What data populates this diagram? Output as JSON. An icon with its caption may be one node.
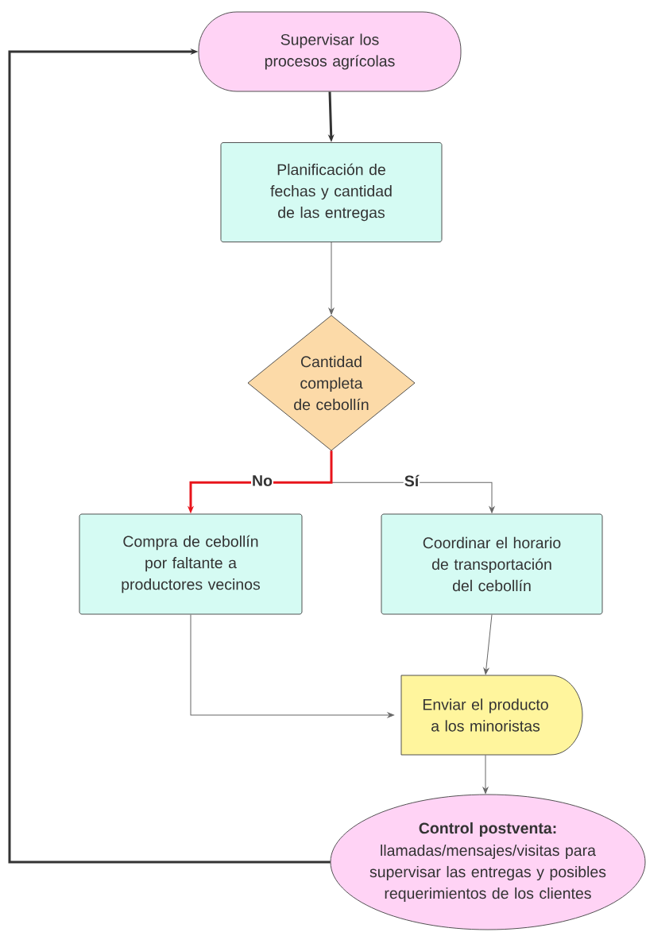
{
  "diagram": {
    "nodes": [
      {
        "text": [
          "Supervisar los procesos agrícolas"
        ]
      },
      {
        "text": [
          "Planificación de fechas y cantidad de las entregas"
        ]
      },
      {
        "text": [
          "Cantidad completa de cebollín"
        ]
      },
      {
        "text": [
          "Compra de cebollín por faltante a productores vecinos"
        ]
      },
      {
        "text": [
          "Coordinar el horario de transportación del cebollín"
        ]
      },
      {
        "text": [
          "Enviar el producto a los minoristas"
        ]
      },
      {
        "text": [
          "Control postventa:",
          "llamadas/mensajes/visitas para supervisar las entregas y posibles requerimientos de los clientes"
        ]
      }
    ],
    "edges": [
      {
        "from": 0,
        "to": 1,
        "arrow": "to",
        "style": "thick"
      },
      {
        "from": 1,
        "to": 2,
        "arrow": "to"
      },
      {
        "from": 2,
        "to": 3,
        "arrow": "to",
        "label": "No",
        "style": "thick",
        "color": "#e8141b"
      },
      {
        "from": 2,
        "to": 4,
        "arrow": "to",
        "label": "Sí"
      },
      {
        "from": 3,
        "to": 5,
        "arrow": "to"
      },
      {
        "from": 4,
        "to": 5,
        "arrow": "to"
      },
      {
        "from": 5,
        "to": 6,
        "arrow": "to"
      },
      {
        "from": 6,
        "to": 0,
        "arrow": "to",
        "style": "thick"
      }
    ]
  }
}
